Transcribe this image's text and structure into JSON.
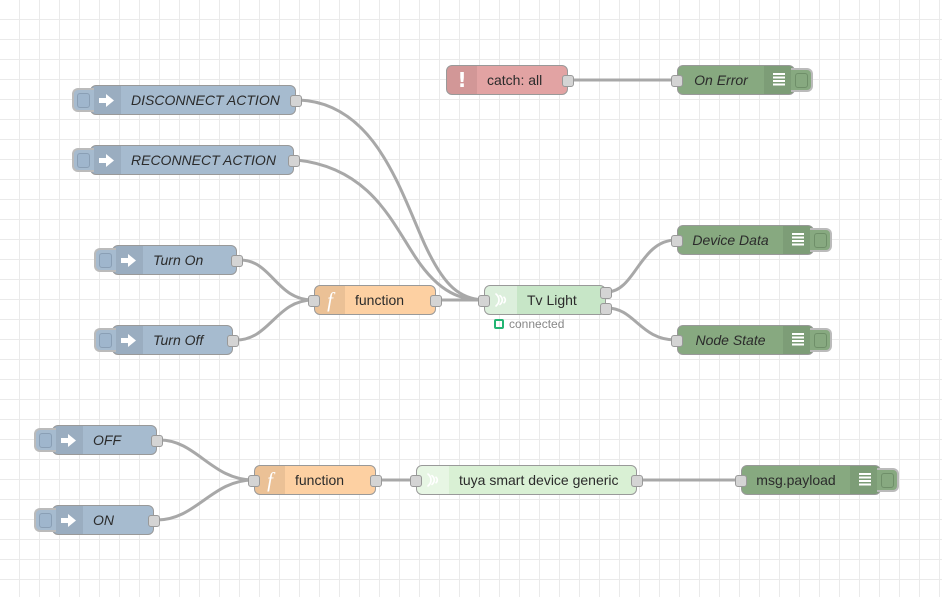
{
  "canvas": {
    "grid_minor_color": "#eaeaea",
    "grid_major_color": "#e0e0e0",
    "background": "#ffffff",
    "wire_color": "#a8a8a8"
  },
  "palette": {
    "inject": "#a6bbcf",
    "function": "#fdd0a2",
    "catch": "#e2a3a3",
    "debug": "#87a980",
    "tuya_device": "#c7e6c7",
    "tuya_generic": "#d9f0d4",
    "status_connected": "#22b573"
  },
  "nodes": {
    "disconnect_action": {
      "label": "DISCONNECT ACTION",
      "type": "inject",
      "icon": "inject-arrow-icon"
    },
    "reconnect_action": {
      "label": "RECONNECT ACTION",
      "type": "inject",
      "icon": "inject-arrow-icon"
    },
    "turn_on": {
      "label": "Turn On",
      "type": "inject",
      "icon": "inject-arrow-icon"
    },
    "turn_off": {
      "label": "Turn Off",
      "type": "inject",
      "icon": "inject-arrow-icon"
    },
    "off": {
      "label": "OFF",
      "type": "inject",
      "icon": "inject-arrow-icon"
    },
    "on": {
      "label": "ON",
      "type": "inject",
      "icon": "inject-arrow-icon"
    },
    "catch_all": {
      "label": "catch: all",
      "type": "catch",
      "icon": "exclamation-icon",
      "glyph": "!"
    },
    "on_error": {
      "label": "On Error",
      "type": "debug",
      "icon": "debug-lines-icon"
    },
    "function_top": {
      "label": "function",
      "type": "function",
      "icon": "function-f-icon",
      "glyph": "f"
    },
    "function_bottom": {
      "label": "function",
      "type": "function",
      "icon": "function-f-icon",
      "glyph": "f"
    },
    "tv_light": {
      "label": "Tv Light",
      "type": "tuya-device",
      "icon": "wifi-signal-icon",
      "status": "connected"
    },
    "device_data": {
      "label": "Device Data",
      "type": "debug",
      "icon": "debug-lines-icon"
    },
    "node_state": {
      "label": "Node State",
      "type": "debug",
      "icon": "debug-lines-icon"
    },
    "tuya_generic": {
      "label": "tuya smart device generic",
      "type": "tuya-generic",
      "icon": "wifi-signal-icon"
    },
    "msg_payload": {
      "label": "msg.payload",
      "type": "debug",
      "icon": "debug-lines-icon"
    }
  }
}
